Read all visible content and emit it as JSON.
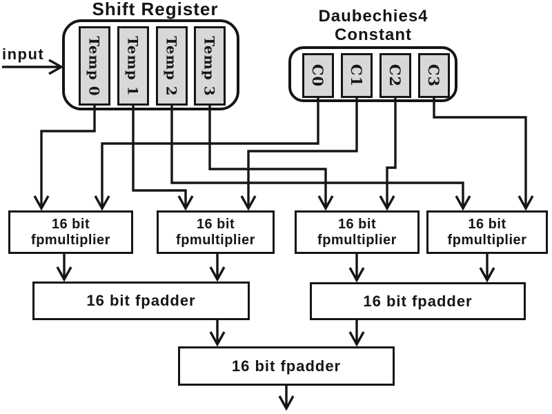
{
  "diagram": {
    "input_label": "input",
    "shift_register": {
      "title": "Shift Register",
      "cells": [
        "Temp 0",
        "Temp 1",
        "Temp 2",
        "Temp 3"
      ]
    },
    "constants": {
      "title_line1": "Daubechies4",
      "title_line2": "Constant",
      "cells": [
        "C0",
        "C1",
        "C2",
        "C3"
      ]
    },
    "multiplier": {
      "line1": "16 bit",
      "line2": "fpmultiplier"
    },
    "adder": {
      "label": "16 bit fpadder"
    },
    "connections": [
      "Temp 0 + C0 -> multiplier 1",
      "Temp 1 + C1 -> multiplier 2",
      "Temp 3 + C2 -> multiplier 3",
      "Temp 2 + C3 -> multiplier 4",
      "multiplier 1 + multiplier 2 -> adder 1",
      "multiplier 3 + multiplier 4 -> adder 2",
      "adder 1 + adder 2 -> adder 3",
      "adder 3 -> output"
    ],
    "colors": {
      "line": "#151515",
      "cell_fill": "#d8d8d8",
      "box_fill": "#ffffff",
      "background": "#ffffff"
    }
  }
}
